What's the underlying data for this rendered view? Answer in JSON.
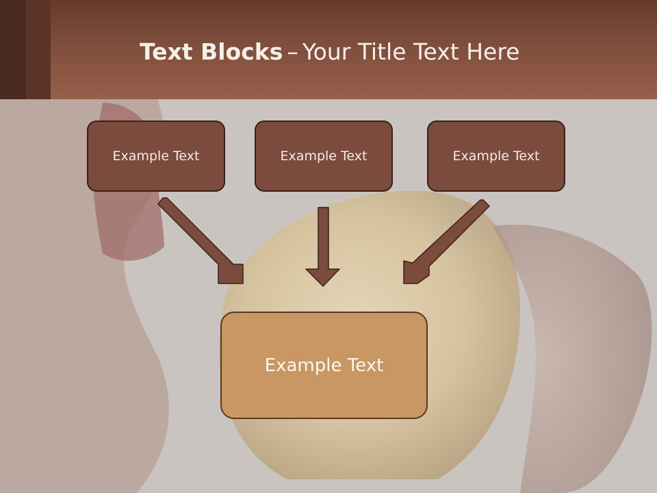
{
  "slide": {
    "title_bold": "Text Blocks",
    "title_sep": "–",
    "title_rest": "Your Title Text Here"
  },
  "blocks": [
    {
      "label": "Example Text"
    },
    {
      "label": "Example Text"
    },
    {
      "label": "Example Text"
    }
  ],
  "target": {
    "label": "Example Text"
  },
  "colors": {
    "header": "#7c4c3b",
    "block": "#7b4b3d",
    "target": "#c99764",
    "arrow": "#7b4b3d",
    "arrow_outline": "#3a1f17"
  }
}
